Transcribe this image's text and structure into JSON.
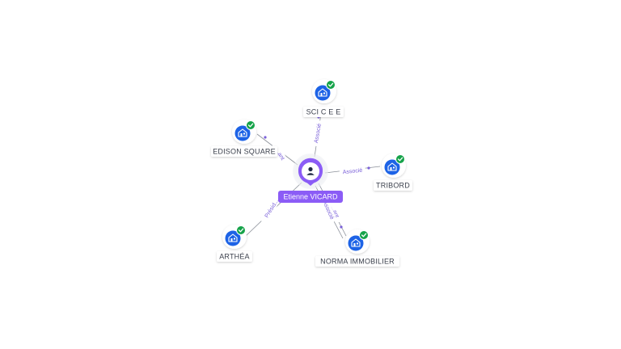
{
  "center": {
    "name": "Etienne VICARD",
    "icon": "person-icon",
    "color": "#8b5cf6"
  },
  "companies": [
    {
      "id": "sci-c-e-e",
      "label": "SCI C E E",
      "icon": "building-icon",
      "verified": true
    },
    {
      "id": "edison-square",
      "label": "EDISON SQUARE",
      "icon": "building-icon",
      "verified": true
    },
    {
      "id": "tribord",
      "label": "TRIBORD",
      "icon": "building-icon",
      "verified": true
    },
    {
      "id": "arthea",
      "label": "ARTHÉA",
      "icon": "building-icon",
      "verified": true
    },
    {
      "id": "norma-immobilier",
      "label": "NORMA IMMOBILIER",
      "icon": "building-icon",
      "verified": true
    }
  ],
  "edges": [
    {
      "to": "sci-c-e-e",
      "label": "Associé"
    },
    {
      "to": "edison-square",
      "label": "...ant"
    },
    {
      "to": "tribord",
      "label": "Associé"
    },
    {
      "to": "arthea",
      "label": "Présid..."
    },
    {
      "to": "norma-immobilier",
      "label": "...ant"
    },
    {
      "to": "norma-immobilier",
      "label": "Associé"
    }
  ],
  "colors": {
    "company_icon_bg": "#1d63e6",
    "verified_badge": "#16a34a",
    "edge_line": "#8a8f98",
    "edge_label": "#7b61d9",
    "person": "#8b5cf6"
  }
}
